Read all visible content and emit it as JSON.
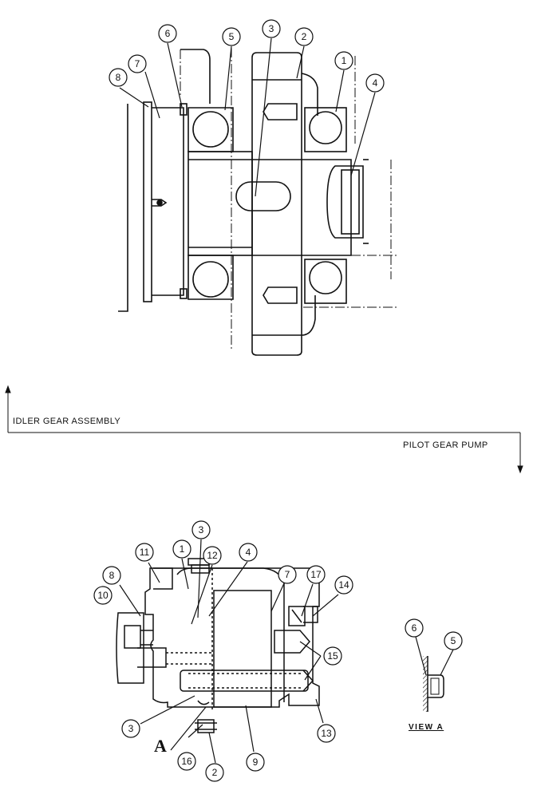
{
  "sections": {
    "top_title": "IDLER GEAR ASSEMBLY",
    "bottom_title": "PILOT GEAR PUMP"
  },
  "view_label": "VIEW A",
  "view_marker": "A",
  "idler_callouts": [
    "1",
    "2",
    "3",
    "4",
    "5",
    "6",
    "7",
    "8"
  ],
  "pump_callouts": [
    "1",
    "2",
    "3",
    "3",
    "4",
    "7",
    "8",
    "9",
    "10",
    "11",
    "12",
    "13",
    "14",
    "15",
    "16",
    "17"
  ],
  "view_a_callouts": [
    "5",
    "6"
  ]
}
